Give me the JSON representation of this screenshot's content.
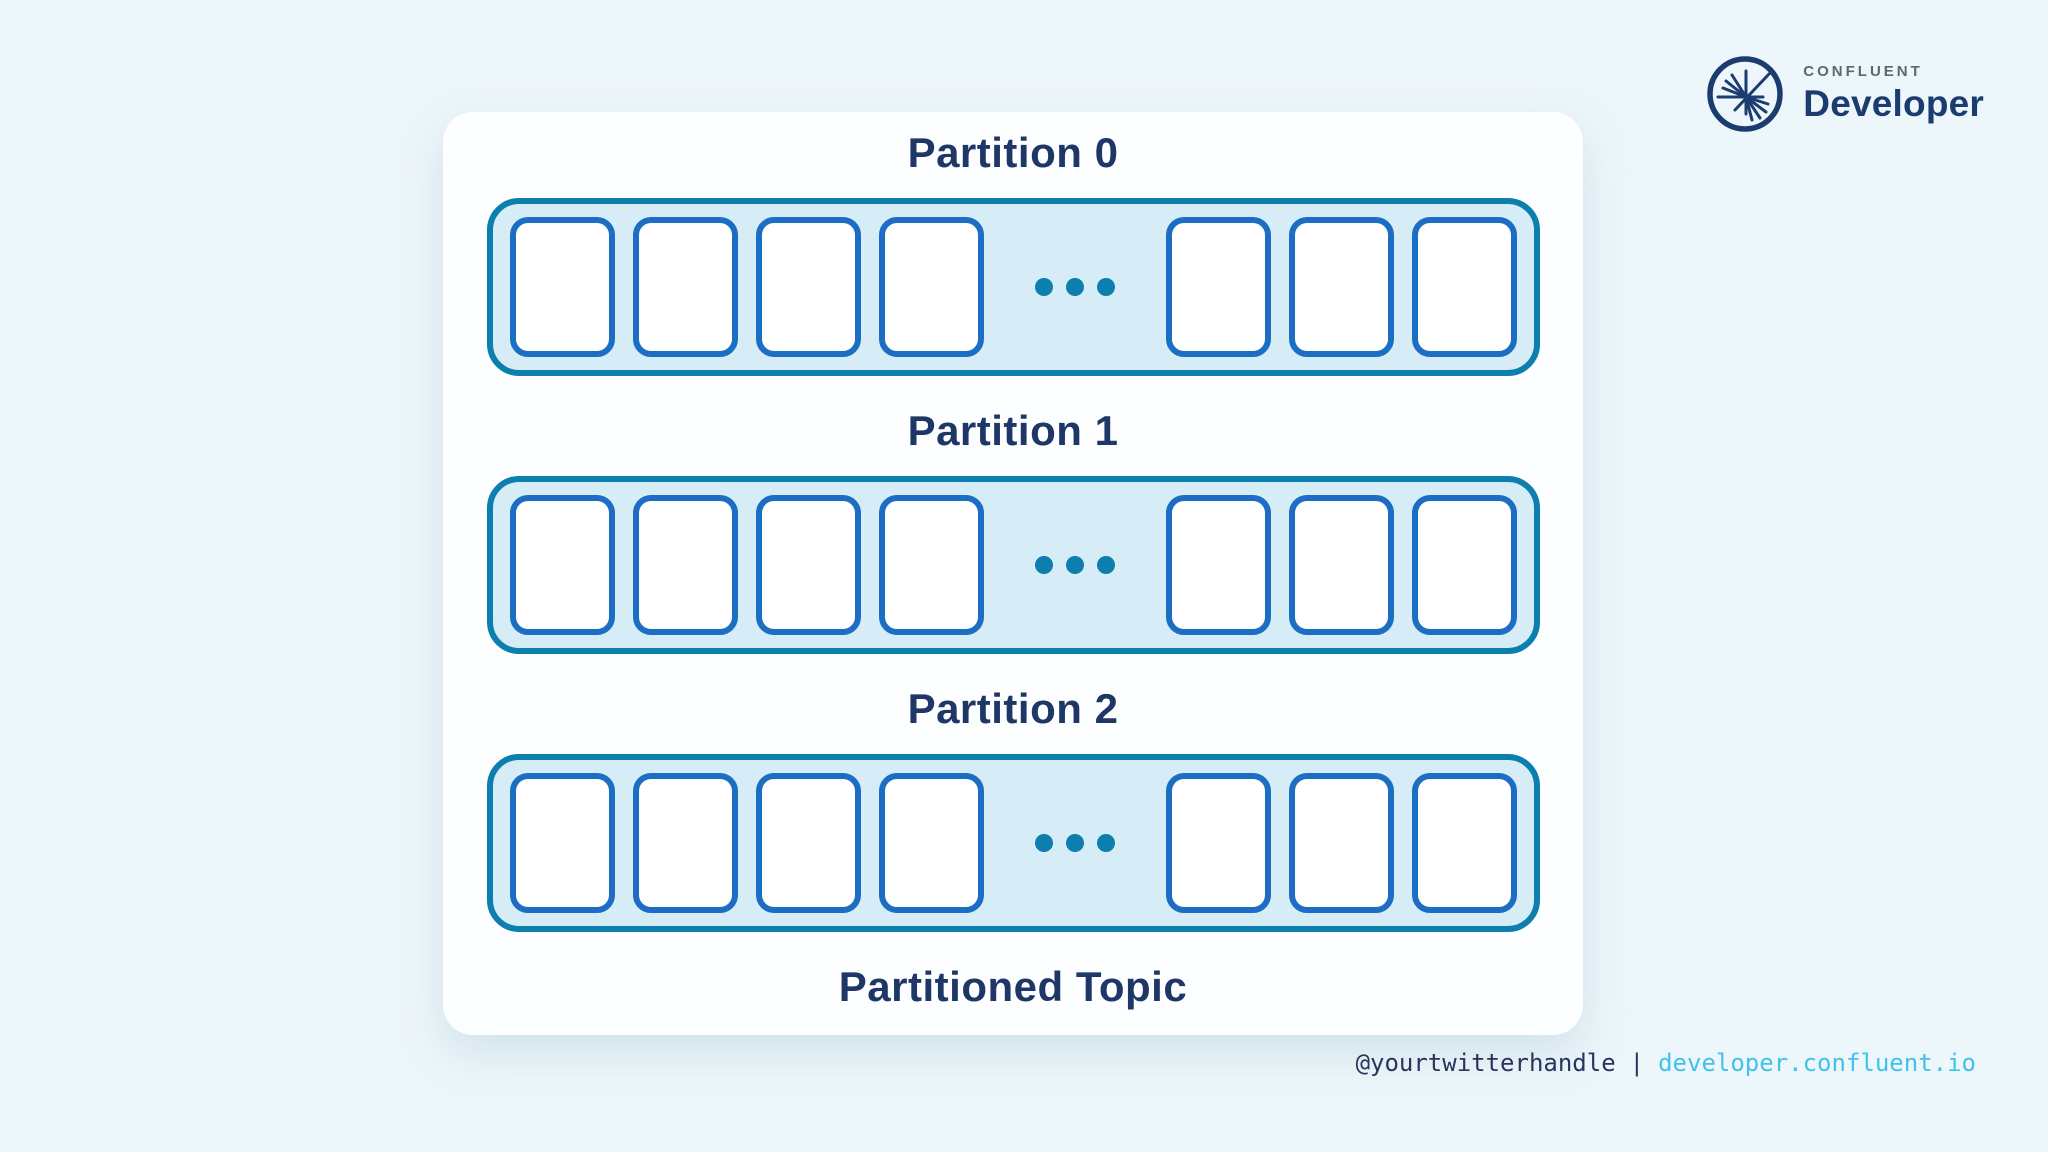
{
  "colors": {
    "page_bg": "#edf6fa",
    "card_bg": "#fdfeff",
    "row_fill": "#d6ecf6",
    "row_border": "#0c7fae",
    "box_fill": "#ffffff",
    "box_border": "#1b6ec3",
    "dot": "#0c7fae",
    "heading": "#1e3767",
    "logo_navy": "#1c3c70",
    "logo_gray": "#5d6673",
    "footer_text": "#27355c",
    "footer_link": "#41c2e8"
  },
  "diagram": {
    "caption": "Partitioned Topic",
    "partitions": [
      {
        "label": "Partition 0",
        "left_boxes": 4,
        "right_boxes": 3
      },
      {
        "label": "Partition 1",
        "left_boxes": 4,
        "right_boxes": 3
      },
      {
        "label": "Partition 2",
        "left_boxes": 4,
        "right_boxes": 3
      }
    ]
  },
  "logo": {
    "brand": "CONFLUENT",
    "product": "Developer"
  },
  "footer": {
    "handle": "@yourtwitterhandle",
    "separator": "|",
    "link": "developer.confluent.io"
  }
}
